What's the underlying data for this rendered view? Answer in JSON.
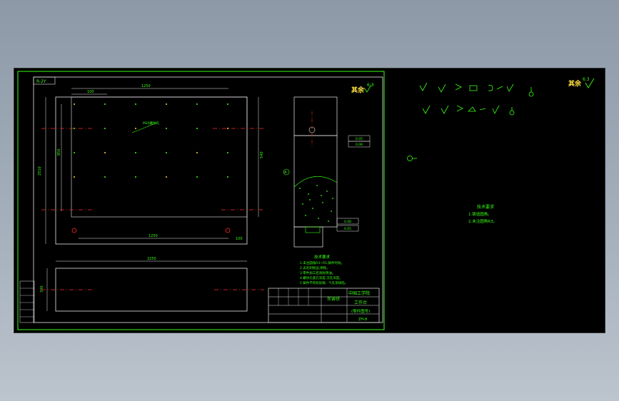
{
  "drawing": {
    "scale_tag": "R-2Y",
    "roughness_main": "其余",
    "roughness_main_value": "6.3",
    "roughness_right": "其余",
    "roughness_right_value": "6.3",
    "tech_main": {
      "title": "技术要求",
      "lines": [
        "1.未注圆角R3~R5,铸件时效。",
        "2.去毛刺锐边,倒钝。",
        "3.零件加工后涂防锈油。",
        "4.螺纹孔底孔深度,沉孔深度。",
        "5.铸件不得有砂眼、气孔等缺陷。"
      ]
    },
    "tech_right": {
      "title": "技术要求",
      "lines": [
        "1.铸造圆角。",
        "2.未注圆角R3。"
      ]
    },
    "title_block": {
      "material": "灰铸铁",
      "company": "中国工学院",
      "part_name": "工作台",
      "subtitle": "(零件图号)",
      "drawing_no": "ZH-8"
    },
    "dims": {
      "top_total": "1250",
      "top_sub": "100",
      "left_overall": "2510",
      "left_inner": "850",
      "right_height": "540",
      "bottom_span": "1250",
      "bottom_right": "100",
      "lower_width": "2250",
      "lower_height": "330",
      "slot_note": "M20螺纹孔"
    },
    "section_labels": {
      "view_a": "A",
      "box1": "0.05",
      "box2": "0.06",
      "box3": "0.08",
      "box4": "0.05"
    },
    "colors": {
      "line": "#39ff14",
      "centerline": "#ff2a2a",
      "hole": "#ffd23a",
      "background": "#000000"
    }
  }
}
